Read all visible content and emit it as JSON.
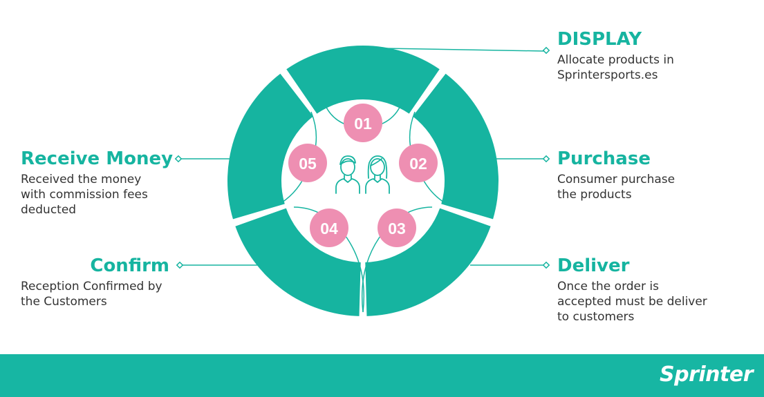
{
  "colors": {
    "teal": "#16b4a0",
    "pink": "#ee8fb2",
    "text": "#333333",
    "footer": "#17b6a3",
    "white": "#ffffff"
  },
  "center_icon": "two-people-icon",
  "steps": [
    {
      "number": "01",
      "title": "DISPLAY",
      "description": "Allocate products in\nSprintersports.es"
    },
    {
      "number": "02",
      "title": "Purchase",
      "description": "Consumer purchase\nthe products"
    },
    {
      "number": "03",
      "title": "Deliver",
      "description": "Once the order is\naccepted must be deliver\nto customers"
    },
    {
      "number": "04",
      "title": "Confirm",
      "description": "Reception Confirmed by\nthe Customers"
    },
    {
      "number": "05",
      "title": "Receive Money",
      "description": "Received the money\nwith commission fees\ndeducted"
    }
  ],
  "footer": {
    "brand": "Sprinter"
  }
}
